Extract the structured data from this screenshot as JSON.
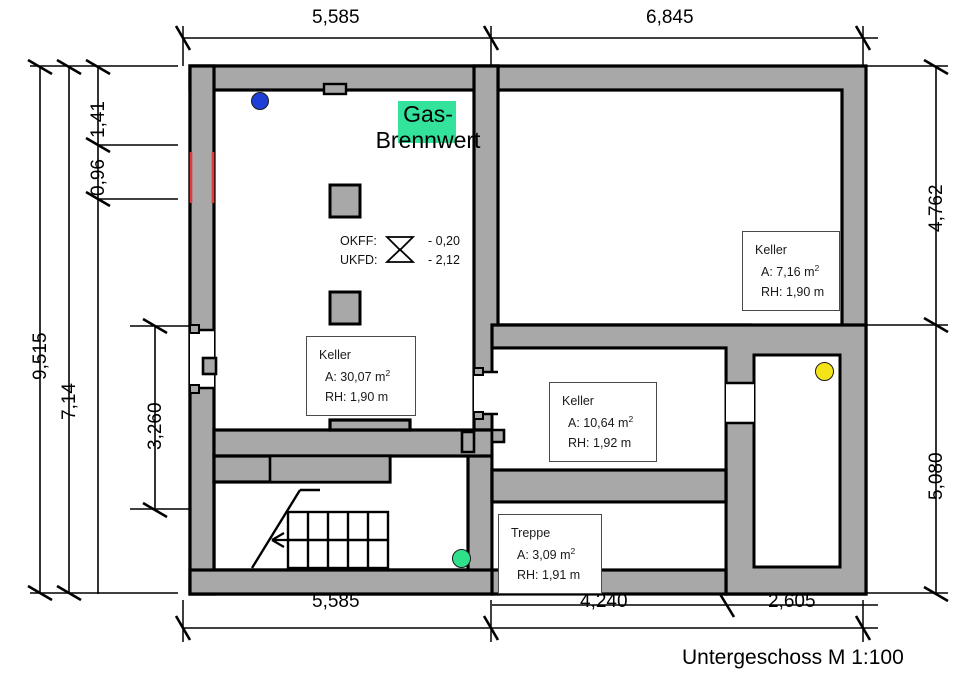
{
  "drawing": {
    "title": "Untergeschoss M 1:100",
    "scale": "1:100",
    "floor": "Untergeschoss"
  },
  "dimensions": {
    "top": [
      {
        "id": "top-left",
        "value": "5,585"
      },
      {
        "id": "top-right",
        "value": "6,845"
      }
    ],
    "bottom": [
      {
        "id": "bottom-left",
        "value": "5,585"
      },
      {
        "id": "bottom-mid",
        "value": "4,240"
      },
      {
        "id": "bottom-right",
        "value": "2,605"
      }
    ],
    "left": [
      {
        "id": "left-outer",
        "value": "9,515"
      },
      {
        "id": "left-inner",
        "value": "7,14"
      },
      {
        "id": "left-seg-141",
        "value": "1,41"
      },
      {
        "id": "left-seg-096",
        "value": "0,96"
      },
      {
        "id": "left-seg-3260",
        "value": "3,260"
      }
    ],
    "right": [
      {
        "id": "right-upper",
        "value": "4,762"
      },
      {
        "id": "right-lower",
        "value": "5,080"
      }
    ]
  },
  "rooms": [
    {
      "id": "keller-main",
      "name": "Keller",
      "area_label": "A: 30,07 m",
      "area_unit": "2",
      "height_label": "RH: 1,90 m"
    },
    {
      "id": "keller-mid",
      "name": "Keller",
      "area_label": "A: 10,64 m",
      "area_unit": "2",
      "height_label": "RH: 1,92 m"
    },
    {
      "id": "keller-upper-right",
      "name": "Keller",
      "area_label": "A: 7,16 m",
      "area_unit": "2",
      "height_label": "RH: 1,90 m"
    },
    {
      "id": "treppe",
      "name": "Treppe",
      "area_label": "A: 3,09 m",
      "area_unit": "2",
      "height_label": "RH: 1,91 m"
    }
  ],
  "levels": {
    "okff_key": "OKFF:",
    "okff_value": "- 0,20",
    "ukfd_key": "UKFD:",
    "ukfd_value": "- 2,12",
    "okff_symbol": "down-triangle-icon",
    "ukfd_symbol": "up-triangle-icon"
  },
  "equipment": {
    "gas_label_line1": "Gas-",
    "gas_label_line2": "Brennwert",
    "gas_color": "#33e29b"
  },
  "markers": [
    {
      "id": "marker-blue",
      "name": "blue-marker-dot",
      "color": "#1d3fd8"
    },
    {
      "id": "marker-green",
      "name": "green-marker-dot",
      "color": "#2ee08a"
    },
    {
      "id": "marker-yellow",
      "name": "yellow-marker-dot",
      "color": "#f4e318"
    }
  ],
  "colors": {
    "wall_fill": "#a8a8a8",
    "wall_stroke": "#000000",
    "window_red": "#e03a3a",
    "background": "#ffffff"
  }
}
